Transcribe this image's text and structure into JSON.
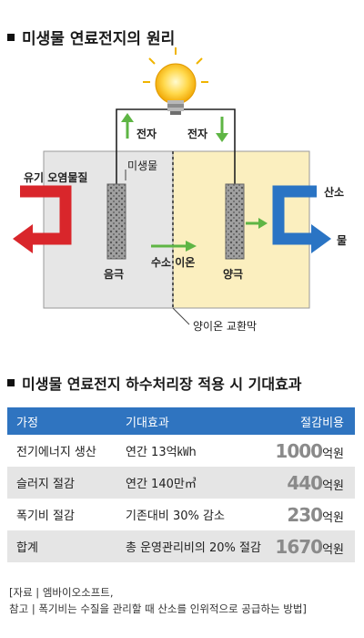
{
  "title1": "미생물 연료전지의 원리",
  "diagram": {
    "electron_left": "전자",
    "electron_right": "전자",
    "organic_pollutant": "유기 오염물질",
    "microbe": "미생물",
    "hydrogen_ion": "수소 이온",
    "anode": "음극",
    "cathode": "양극",
    "oxygen": "산소",
    "water": "물",
    "membrane": "양이온 교환막"
  },
  "title2": "미생물 연료전지 하수처리장 적용 시 기대효과",
  "table": {
    "headers": [
      "가정",
      "기대효과",
      "절감비용"
    ],
    "rows": [
      {
        "assumption": "전기에너지 생산",
        "effect": "연간 13억㎾h",
        "amount": "1000",
        "unit": "억원"
      },
      {
        "assumption": "슬러지 절감",
        "effect": "연간 140만㎥",
        "amount": "440",
        "unit": "억원"
      },
      {
        "assumption": "폭기비 절감",
        "effect": "기존대비 30% 감소",
        "amount": "230",
        "unit": "억원"
      },
      {
        "assumption": "합계",
        "effect": "총 운영관리비의 20% 절감",
        "amount": "1670",
        "unit": "억원"
      }
    ]
  },
  "footnote1": "[자료 | 엠바이오소프트,",
  "footnote2": "참고 | 폭기비는 수질을 관리할 때 산소를 인위적으로 공급하는 방법]",
  "colors": {
    "anode_bg": "#e6e6e6",
    "cathode_bg": "#fbefbf",
    "red_arrow": "#d9262b",
    "blue_arrow": "#2a74c4",
    "green_arrow": "#5eb544",
    "table_header": "#2f74c0"
  }
}
